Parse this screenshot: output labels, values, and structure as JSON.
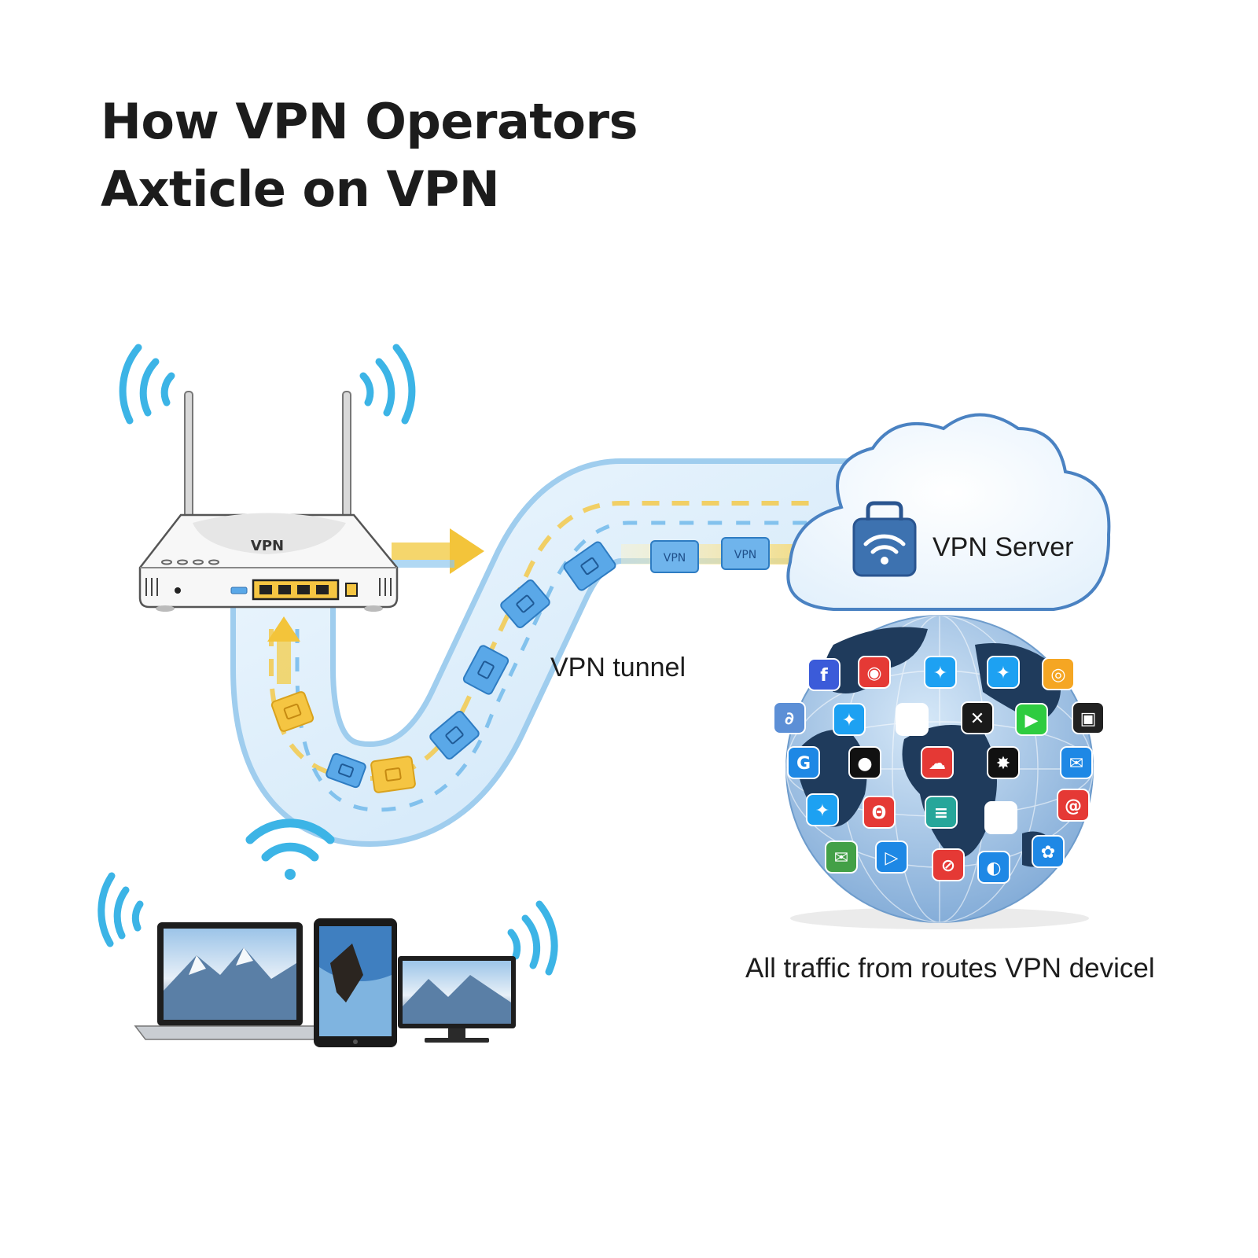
{
  "title": {
    "line1": "How VPN Operators",
    "line2": "Axticle on VPN"
  },
  "labels": {
    "router": "VPN",
    "tunnel": "VPN tunnel",
    "server": "VPN Server",
    "traffic": "All traffic from routes VPN devicel",
    "packet": "VPN"
  },
  "colors": {
    "wifi": "#3cb4e6",
    "tunnel_fill": "#dcedfa",
    "tunnel_edge": "#8cc4ec",
    "packet_blue": "#5aa8e8",
    "packet_yellow": "#f5c542",
    "cloud_edge": "#4a82c2",
    "globe_ocean": "#9cc3e8",
    "globe_land": "#1f3b5c"
  },
  "app_icons": [
    {
      "name": "facebook-icon",
      "bg": "#3b5bd9",
      "glyph": "f"
    },
    {
      "name": "app-red-icon",
      "bg": "#e53935",
      "glyph": "◉"
    },
    {
      "name": "twitter-icon",
      "bg": "#1da1f2",
      "glyph": "✦"
    },
    {
      "name": "twitter-icon",
      "bg": "#1da1f2",
      "glyph": "✦"
    },
    {
      "name": "app-orange-icon",
      "bg": "#f5a623",
      "glyph": "◎"
    },
    {
      "name": "app-chat-icon",
      "bg": "#5c8fd6",
      "glyph": "∂"
    },
    {
      "name": "twitter-icon",
      "bg": "#1da1f2",
      "glyph": "✦"
    },
    {
      "name": "health-cross-icon",
      "bg": "#ffffff",
      "glyph": "✚"
    },
    {
      "name": "app-dark-icon",
      "bg": "#1a1a1a",
      "glyph": "✕"
    },
    {
      "name": "play-icon",
      "bg": "#2ecc40",
      "glyph": "▶"
    },
    {
      "name": "app-monitor-icon",
      "bg": "#222222",
      "glyph": "▣"
    },
    {
      "name": "app-swirl-icon",
      "bg": "#1e88e5",
      "glyph": "G"
    },
    {
      "name": "app-drop-icon",
      "bg": "#111111",
      "glyph": "●"
    },
    {
      "name": "app-cloud-icon",
      "bg": "#e53935",
      "glyph": "☁"
    },
    {
      "name": "app-grid-icon",
      "bg": "#111111",
      "glyph": "✸"
    },
    {
      "name": "mail-icon",
      "bg": "#1e88e5",
      "glyph": "✉"
    },
    {
      "name": "twitter-icon",
      "bg": "#1da1f2",
      "glyph": "✦"
    },
    {
      "name": "app-box-icon",
      "bg": "#e53935",
      "glyph": "Θ"
    },
    {
      "name": "app-db-icon",
      "bg": "#26a69a",
      "glyph": "≡"
    },
    {
      "name": "envelope-icon",
      "bg": "#ffffff",
      "glyph": "✉"
    },
    {
      "name": "at-sign-icon",
      "bg": "#e53935",
      "glyph": "@"
    },
    {
      "name": "mail-green-icon",
      "bg": "#43a047",
      "glyph": "✉"
    },
    {
      "name": "app-blue-icon",
      "bg": "#1e88e5",
      "glyph": "▷"
    },
    {
      "name": "app-red-circle-icon",
      "bg": "#e53935",
      "glyph": "⊘"
    },
    {
      "name": "app-globe-icon",
      "bg": "#1e88e5",
      "glyph": "◐"
    },
    {
      "name": "app-puzzle-icon",
      "bg": "#1e88e5",
      "glyph": "✿"
    }
  ]
}
